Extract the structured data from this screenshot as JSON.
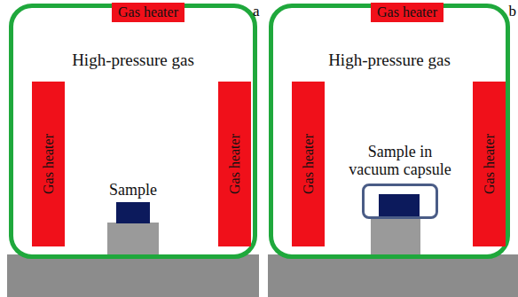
{
  "diagram": {
    "nodes": [
      {
        "text": [
          "High-pressure gas"
        ]
      },
      {
        "text": [
          "Gas heater"
        ],
        "in": 0
      },
      {
        "text": [
          "Gas heater"
        ],
        "in": 0
      },
      {
        "text": [
          "Gas heater"
        ],
        "in": 0
      },
      {
        "text": [
          "Sample"
        ],
        "in": 0
      },
      {
        "text": [
          "High-pressure gas"
        ]
      },
      {
        "text": [
          "Gas heater"
        ],
        "in": 5
      },
      {
        "text": [
          "Gas heater"
        ],
        "in": 5
      },
      {
        "text": [
          "Gas heater"
        ],
        "in": 5
      },
      {
        "text": [
          "Sample in vacuum capsule"
        ],
        "in": 5
      }
    ],
    "labels": [
      "a",
      "b"
    ]
  }
}
